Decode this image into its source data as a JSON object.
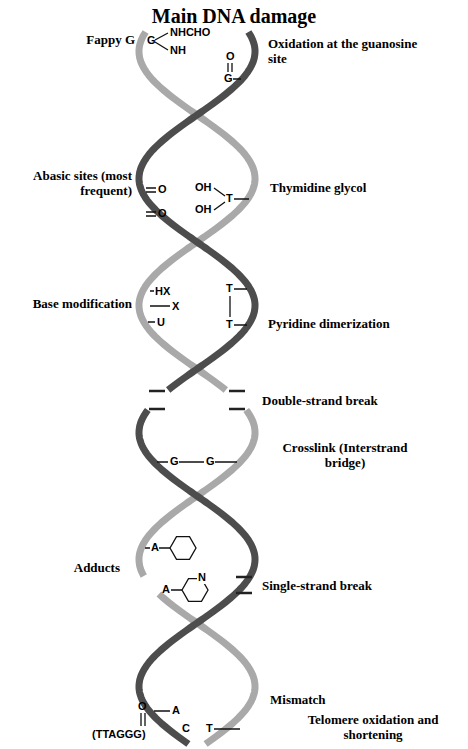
{
  "diagram": {
    "title": "Main DNA damage",
    "labels": [
      "Fappy G",
      "G",
      "NHCHO",
      "NH",
      "O",
      "G",
      "Oxidation at the guanosine site",
      "Abasic sites (most frequent)",
      "O",
      "O",
      "OH",
      "OH",
      "T",
      "Thymidine glycol",
      "Base modification",
      "HX",
      "X",
      "U",
      "T",
      "T",
      "Pyridine dimerization",
      "Double-strand break",
      "G",
      "G",
      "Crosslink (Interstrand bridge)",
      "Adducts",
      "A",
      "A",
      "N",
      "Single-strand break",
      "A",
      "C",
      "T",
      "Mismatch",
      "O",
      "(TTAGGG)",
      "Telomere oxidation and shortening"
    ]
  }
}
